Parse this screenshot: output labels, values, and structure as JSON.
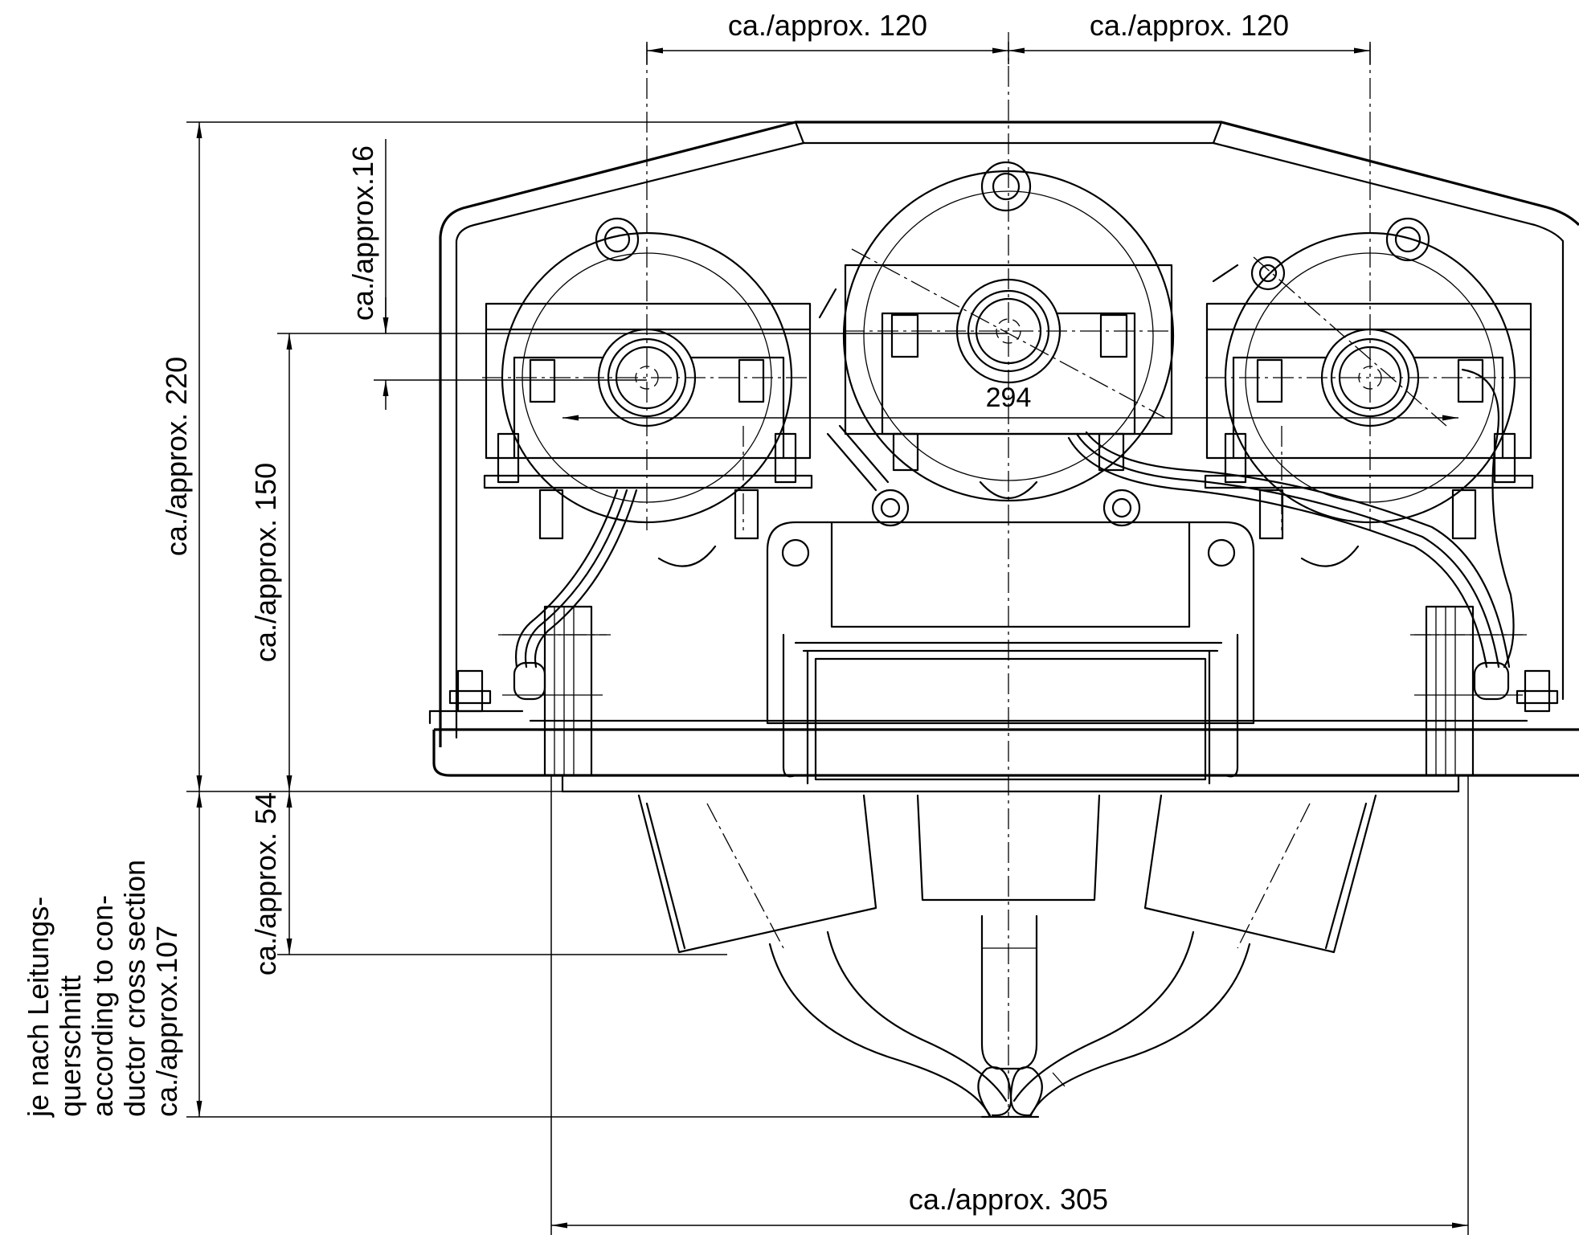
{
  "dimensions": {
    "top_left_width": "ca./approx. 120",
    "top_right_width": "ca./approx. 120",
    "total_height": "ca./approx. 220",
    "upper_offset": "ca./approx.16",
    "mount_height": "ca./approx. 150",
    "bracket_width": "294",
    "lower_depth": "ca./approx. 54",
    "bottom_width": "ca./approx. 305"
  },
  "cable_note": {
    "line1": "je nach Leitungs-",
    "line2": "querschnitt",
    "line3": "according to con-",
    "line4": "ductor cross section",
    "line5": "ca./approx.107"
  }
}
